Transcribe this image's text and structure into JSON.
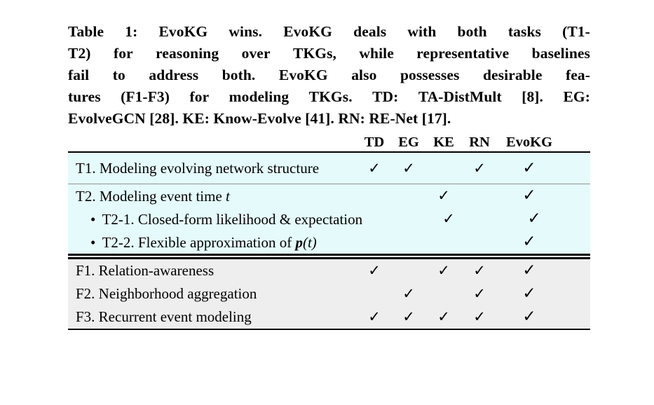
{
  "caption": {
    "lines": [
      [
        "Table 1: EvoKG wins. EvoKG deals with both tasks (T1-"
      ],
      [
        "T2) for reasoning over TKGs, while representative baselines"
      ],
      [
        "fail to address both. EvoKG also possesses desirable fea-"
      ],
      [
        "tures (F1-F3) for modeling TKGs. TD: TA-DistMult [8]. EG:"
      ],
      [
        "EvolveGCN [28]. KE: Know-Evolve [41]. RN: RE-Net [17]."
      ]
    ],
    "full_text": "Table 1: EvoKG wins. EvoKG deals with both tasks (T1-T2) for reasoning over TKGs, while representative baselines fail to address both. EvoKG also possesses desirable features (F1-F3) for modeling TKGs. TD: TA-DistMult [8]. EG: EvolveGCN [28]. KE: Know-Evolve [41]. RN: RE-Net [17]."
  },
  "columns": [
    {
      "key": "td",
      "label": "TD"
    },
    {
      "key": "eg",
      "label": "EG"
    },
    {
      "key": "ke",
      "label": "KE"
    },
    {
      "key": "rn",
      "label": "RN"
    },
    {
      "key": "evo",
      "label": "EvoKG"
    }
  ],
  "glyphs": {
    "check": "✓",
    "check_bold": "✓",
    "bullet": "•"
  },
  "colors": {
    "task_section_bg": "#e5fbfb",
    "feature_section_bg": "#eeeeee",
    "rule_dark": "#000000",
    "rule_light": "#8f9494",
    "text": "#000000",
    "page_bg": "#ffffff"
  },
  "sections": [
    {
      "id": "tasks-1",
      "bg": "task",
      "rows": [
        {
          "id": "t1",
          "label_prefix": "T1. Modeling evolving network structure",
          "label_italic": "",
          "label_suffix": "",
          "indent": false,
          "bullet": false,
          "marks": {
            "td": true,
            "eg": true,
            "ke": false,
            "rn": true,
            "evo": true
          }
        }
      ]
    },
    {
      "id": "tasks-2",
      "bg": "task",
      "rows": [
        {
          "id": "t2",
          "label_prefix": "T2. Modeling event time ",
          "label_italic": "t",
          "label_suffix": "",
          "indent": false,
          "bullet": false,
          "marks": {
            "td": false,
            "eg": false,
            "ke": true,
            "rn": false,
            "evo": true
          }
        },
        {
          "id": "t2-1",
          "label_prefix": "T2-1. Closed-form likelihood & expectation",
          "label_italic": "",
          "label_suffix": "",
          "indent": true,
          "bullet": true,
          "marks": {
            "td": false,
            "eg": false,
            "ke": true,
            "rn": false,
            "evo": true
          }
        },
        {
          "id": "t2-2",
          "label_prefix": "T2-2. Flexible approximation of ",
          "label_italic": "p",
          "label_suffix": "(t)",
          "indent": true,
          "bullet": true,
          "marks": {
            "td": false,
            "eg": false,
            "ke": false,
            "rn": false,
            "evo": true
          }
        }
      ]
    },
    {
      "id": "features",
      "bg": "feature",
      "rows": [
        {
          "id": "f1",
          "label_prefix": "F1. Relation-awareness",
          "label_italic": "",
          "label_suffix": "",
          "indent": false,
          "bullet": false,
          "marks": {
            "td": true,
            "eg": false,
            "ke": true,
            "rn": true,
            "evo": true
          }
        },
        {
          "id": "f2",
          "label_prefix": "F2. Neighborhood aggregation",
          "label_italic": "",
          "label_suffix": "",
          "indent": false,
          "bullet": false,
          "marks": {
            "td": false,
            "eg": true,
            "ke": false,
            "rn": true,
            "evo": true
          }
        },
        {
          "id": "f3",
          "label_prefix": "F3. Recurrent event modeling",
          "label_italic": "",
          "label_suffix": "",
          "indent": false,
          "bullet": false,
          "marks": {
            "td": true,
            "eg": true,
            "ke": true,
            "rn": true,
            "evo": true
          }
        }
      ]
    }
  ]
}
